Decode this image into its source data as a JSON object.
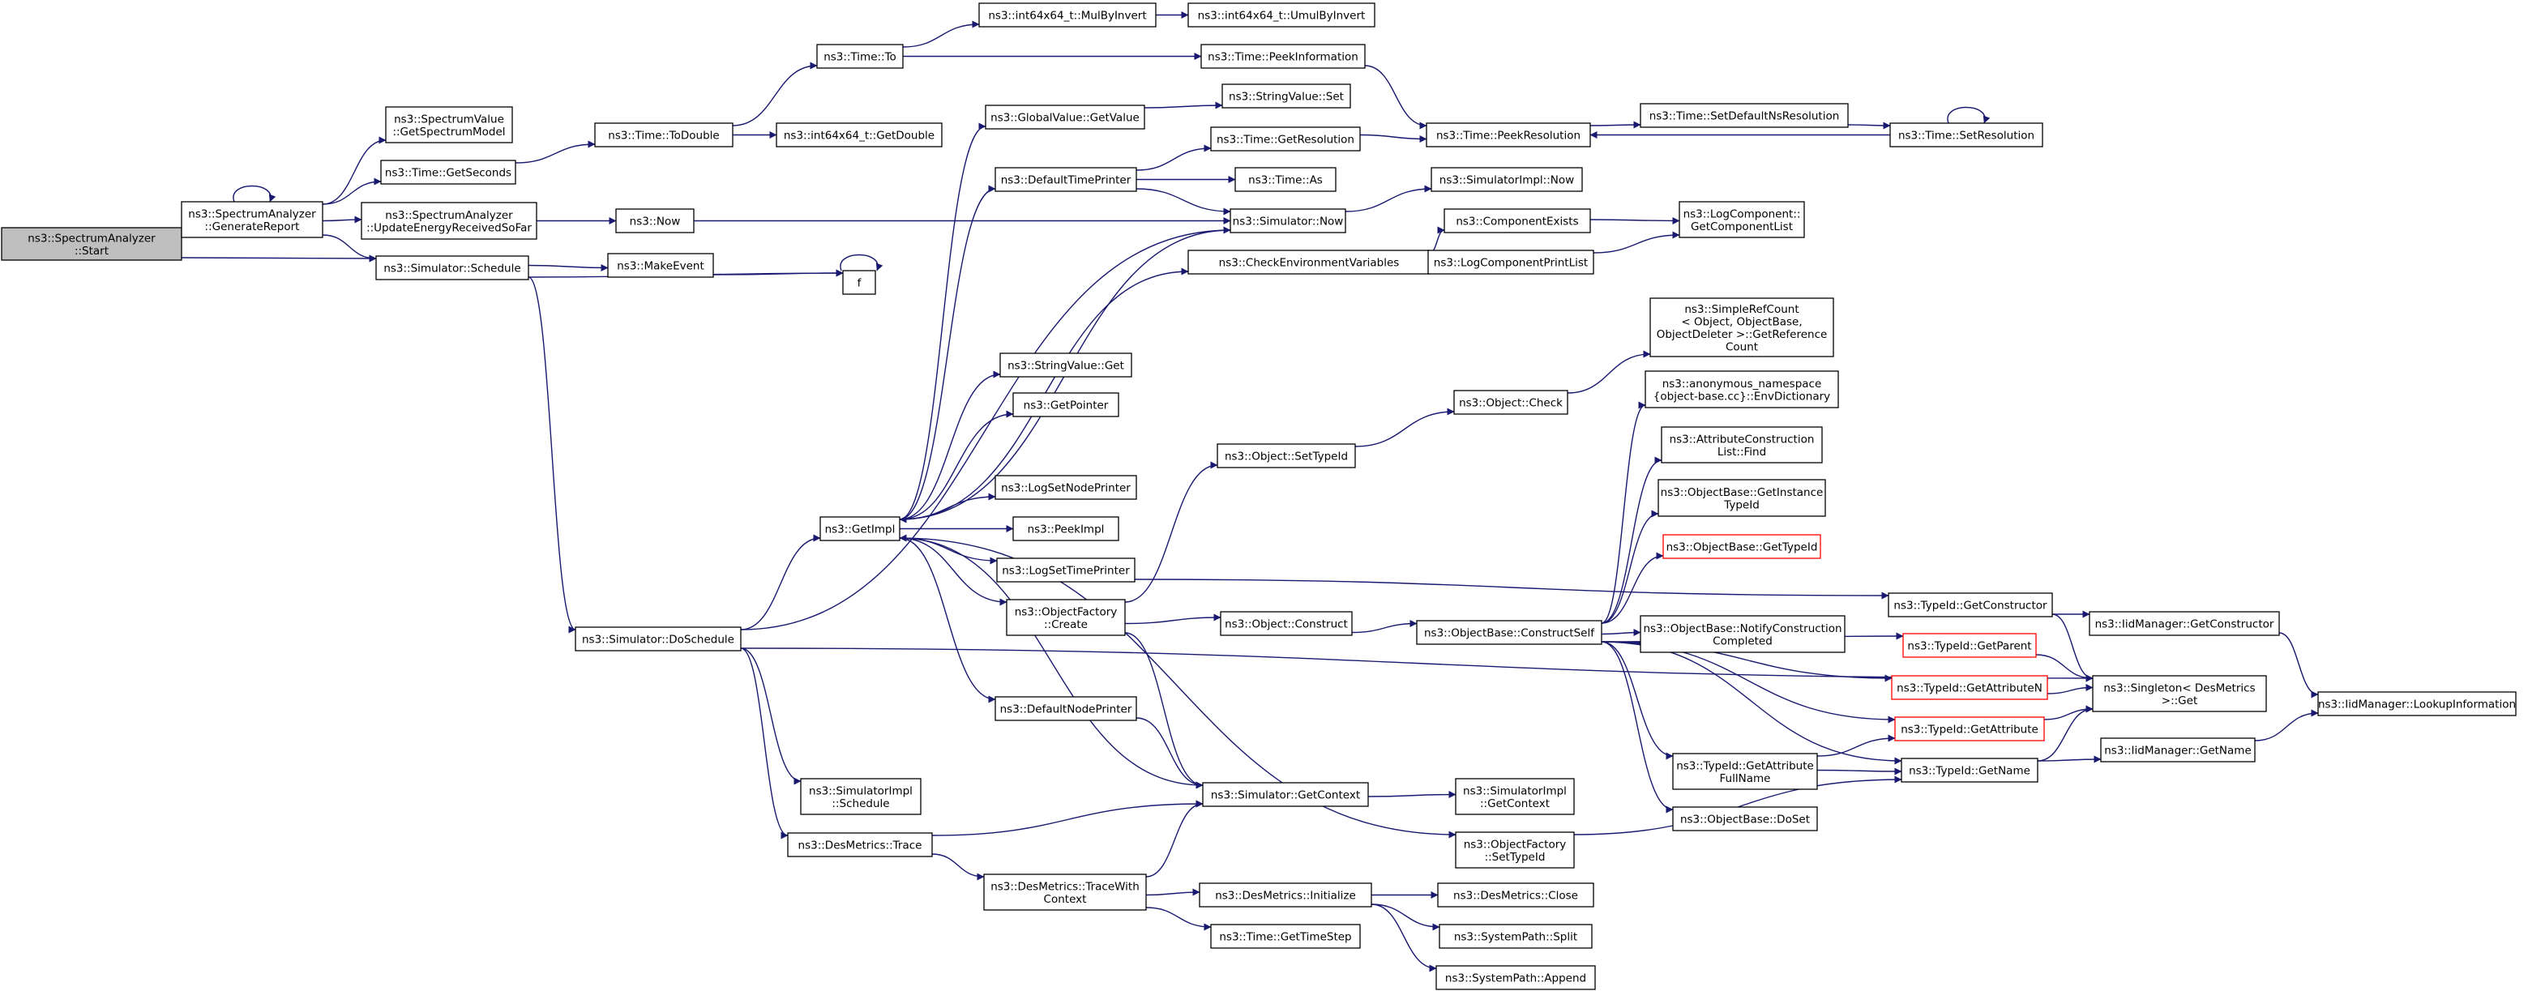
{
  "nodes": {
    "start": [
      "ns3::SpectrumAnalyzer",
      "::Start"
    ],
    "generate_report": [
      "ns3::SpectrumAnalyzer",
      "::GenerateReport"
    ],
    "spectrum_value_get_model": [
      "ns3::SpectrumValue",
      "::GetSpectrumModel"
    ],
    "time_get_seconds": [
      "ns3::Time::GetSeconds"
    ],
    "update_energy": [
      "ns3::SpectrumAnalyzer",
      "::UpdateEnergyReceivedSoFar"
    ],
    "simulator_schedule": [
      "ns3::Simulator::Schedule"
    ],
    "time_to_double": [
      "ns3::Time::ToDouble"
    ],
    "int64x64_get_double": [
      "ns3::int64x64_t::GetDouble"
    ],
    "time_to": [
      "ns3::Time::To"
    ],
    "mul_by_invert": [
      "ns3::int64x64_t::MulByInvert"
    ],
    "umul_by_invert": [
      "ns3::int64x64_t::UmulByInvert"
    ],
    "time_peek_information": [
      "ns3::Time::PeekInformation"
    ],
    "string_value_set": [
      "ns3::StringValue::Set"
    ],
    "global_value_get_value": [
      "ns3::GlobalValue::GetValue"
    ],
    "default_time_printer": [
      "ns3::DefaultTimePrinter"
    ],
    "time_get_resolution": [
      "ns3::Time::GetResolution"
    ],
    "time_as": [
      "ns3::Time::As"
    ],
    "time_peek_resolution": [
      "ns3::Time::PeekResolution"
    ],
    "time_set_default_ns_resolution": [
      "ns3::Time::SetDefaultNsResolution"
    ],
    "time_set_resolution": [
      "ns3::Time::SetResolution"
    ],
    "ns3_now": [
      "ns3::Now"
    ],
    "simulator_now": [
      "ns3::Simulator::Now"
    ],
    "simulator_impl_now": [
      "ns3::SimulatorImpl::Now"
    ],
    "make_event": [
      "ns3::MakeEvent"
    ],
    "f": [
      "f"
    ],
    "check_env_vars": [
      "ns3::CheckEnvironmentVariables"
    ],
    "component_exists": [
      "ns3::ComponentExists"
    ],
    "log_component_print_list": [
      "ns3::LogComponentPrintList"
    ],
    "log_component_get_list": [
      "ns3::LogComponent::",
      "GetComponentList"
    ],
    "simple_ref_count": [
      "ns3::SimpleRefCount",
      "< Object, ObjectBase,",
      "ObjectDeleter >::GetReference",
      "Count"
    ],
    "string_value_get": [
      "ns3::StringValue::Get"
    ],
    "get_pointer": [
      "ns3::GetPointer"
    ],
    "object_check": [
      "ns3::Object::Check"
    ],
    "env_dictionary": [
      "ns3::anonymous_namespace",
      "{object-base.cc}::EnvDictionary"
    ],
    "log_set_node_printer": [
      "ns3::LogSetNodePrinter"
    ],
    "object_set_type_id": [
      "ns3::Object::SetTypeId"
    ],
    "attr_construction_list_find": [
      "ns3::AttributeConstruction",
      "List::Find"
    ],
    "peek_impl": [
      "ns3::PeekImpl"
    ],
    "get_impl": [
      "ns3::GetImpl"
    ],
    "object_base_get_instance_type_id": [
      "ns3::ObjectBase::GetInstance",
      "TypeId"
    ],
    "log_set_time_printer": [
      "ns3::LogSetTimePrinter"
    ],
    "object_base_get_type_id": [
      "ns3::ObjectBase::GetTypeId"
    ],
    "object_factory_create": [
      "ns3::ObjectFactory",
      "::Create"
    ],
    "type_id_get_constructor": [
      "ns3::TypeId::GetConstructor"
    ],
    "object_construct": [
      "ns3::Object::Construct"
    ],
    "object_base_construct_self": [
      "ns3::ObjectBase::ConstructSelf"
    ],
    "iid_manager_get_constructor": [
      "ns3::IidManager::GetConstructor"
    ],
    "object_base_notify_construction_completed": [
      "ns3::ObjectBase::NotifyConstruction",
      "Completed"
    ],
    "type_id_get_parent": [
      "ns3::TypeId::GetParent"
    ],
    "simulator_do_schedule": [
      "ns3::Simulator::DoSchedule"
    ],
    "type_id_get_attribute_n": [
      "ns3::TypeId::GetAttributeN"
    ],
    "singleton_get": [
      "ns3::Singleton< DesMetrics",
      ">::Get"
    ],
    "iid_manager_lookup_information": [
      "ns3::IidManager::LookupInformation"
    ],
    "default_node_printer": [
      "ns3::DefaultNodePrinter"
    ],
    "type_id_get_attribute": [
      "ns3::TypeId::GetAttribute"
    ],
    "iid_manager_get_name": [
      "ns3::IidManager::GetName"
    ],
    "type_id_get_attribute_full_name": [
      "ns3::TypeId::GetAttribute",
      "FullName"
    ],
    "type_id_get_name": [
      "ns3::TypeId::GetName"
    ],
    "simulator_impl_schedule": [
      "ns3::SimulatorImpl",
      "::Schedule"
    ],
    "simulator_get_context": [
      "ns3::Simulator::GetContext"
    ],
    "simulator_impl_get_context": [
      "ns3::SimulatorImpl",
      "::GetContext"
    ],
    "object_base_do_set": [
      "ns3::ObjectBase::DoSet"
    ],
    "des_metrics_trace": [
      "ns3::DesMetrics::Trace"
    ],
    "object_factory_set_type_id": [
      "ns3::ObjectFactory",
      "::SetTypeId"
    ],
    "des_metrics_trace_with_context": [
      "ns3::DesMetrics::TraceWith",
      "Context"
    ],
    "des_metrics_initialize": [
      "ns3::DesMetrics::Initialize"
    ],
    "des_metrics_close": [
      "ns3::DesMetrics::Close"
    ],
    "system_path_split": [
      "ns3::SystemPath::Split"
    ],
    "time_get_time_step": [
      "ns3::Time::GetTimeStep"
    ],
    "system_path_append": [
      "ns3::SystemPath::Append"
    ]
  },
  "colors": {
    "edge": "#191970",
    "node_border": "#000000",
    "highlighted_border": "#ff0000",
    "root_fill": "#bfbfbf"
  }
}
